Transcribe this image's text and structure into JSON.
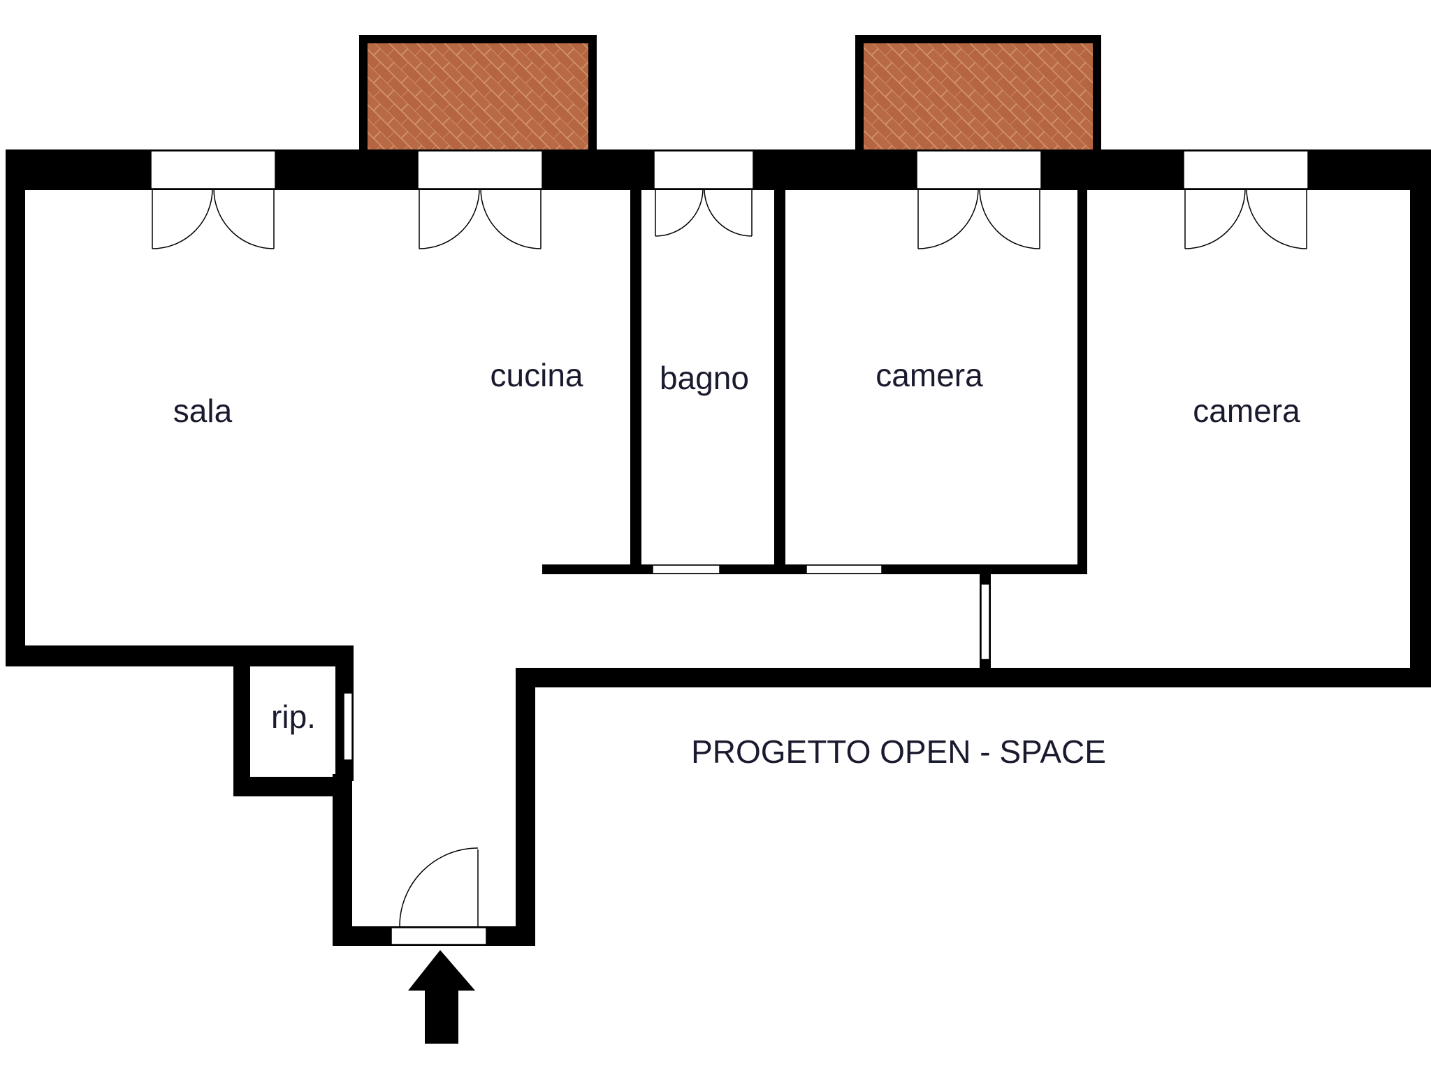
{
  "rooms": {
    "sala": "sala",
    "cucina": "cucina",
    "bagno": "bagno",
    "camera_1": "camera",
    "camera_2": "camera",
    "ripostiglio": "rip."
  },
  "project_title": "PROGETTO OPEN - SPACE",
  "colors": {
    "wall": "#000000",
    "label": "#1a1a2e",
    "balcony_tile": "#b5653f",
    "balcony_grout": "#d69a72",
    "background": "#ffffff"
  },
  "icons": {
    "entrance": "up-arrow-icon"
  }
}
